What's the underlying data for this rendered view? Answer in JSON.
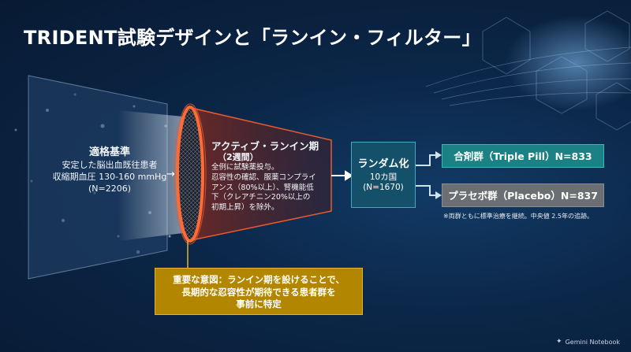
{
  "title": "TRIDENT試験デザインと「ランイン・フィルター」",
  "criteria": {
    "heading": "適格基準",
    "lines": [
      "安定した脳出血既往患者",
      "収縮期血圧 130-160 mmHg",
      "(N=2206)"
    ]
  },
  "runin": {
    "heading": "アクティブ・ランイン期",
    "subheading": "（2週間）",
    "lines": [
      "全例に試験薬投与。",
      "忍容性の確認、服薬コンプライ",
      "アンス（80%以上）、腎機能低",
      "下（クレアチニン20%以上の",
      "初期上昇）を除外。"
    ]
  },
  "randomization": {
    "heading": "ランダム化",
    "lines": [
      "10カ国",
      "(N=1670)"
    ]
  },
  "groups": {
    "active": "合剤群（Triple Pill）N=833",
    "placebo": "プラセボ群（Placebo）N=837"
  },
  "footnote": "※両群ともに標準治療を継続。中央値 2.5年の追跡。",
  "intent": {
    "lines": [
      "重要な意図：ランイン期を設けることで、",
      "長期的な忍容性が期待できる患者群を",
      "事前に特定"
    ]
  },
  "arrow_glyph": "→",
  "brand": {
    "icon": "sparkle-icon",
    "label": "Gemini Notebook"
  },
  "colors": {
    "active_group": "#1b8185",
    "placebo_group": "#6b6e72",
    "randomization_box": "#15506a",
    "intent_box": "#b38600",
    "funnel_ring": "#e85a2e"
  }
}
